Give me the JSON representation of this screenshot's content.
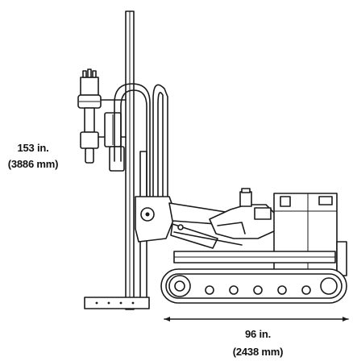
{
  "dimensions": {
    "height_in": "153 in.",
    "height_mm": "(3886 mm)",
    "width_in": "96 in.",
    "width_mm": "(2438 mm)"
  },
  "colors": {
    "line": "#1a1a1a",
    "background": "#ffffff"
  }
}
